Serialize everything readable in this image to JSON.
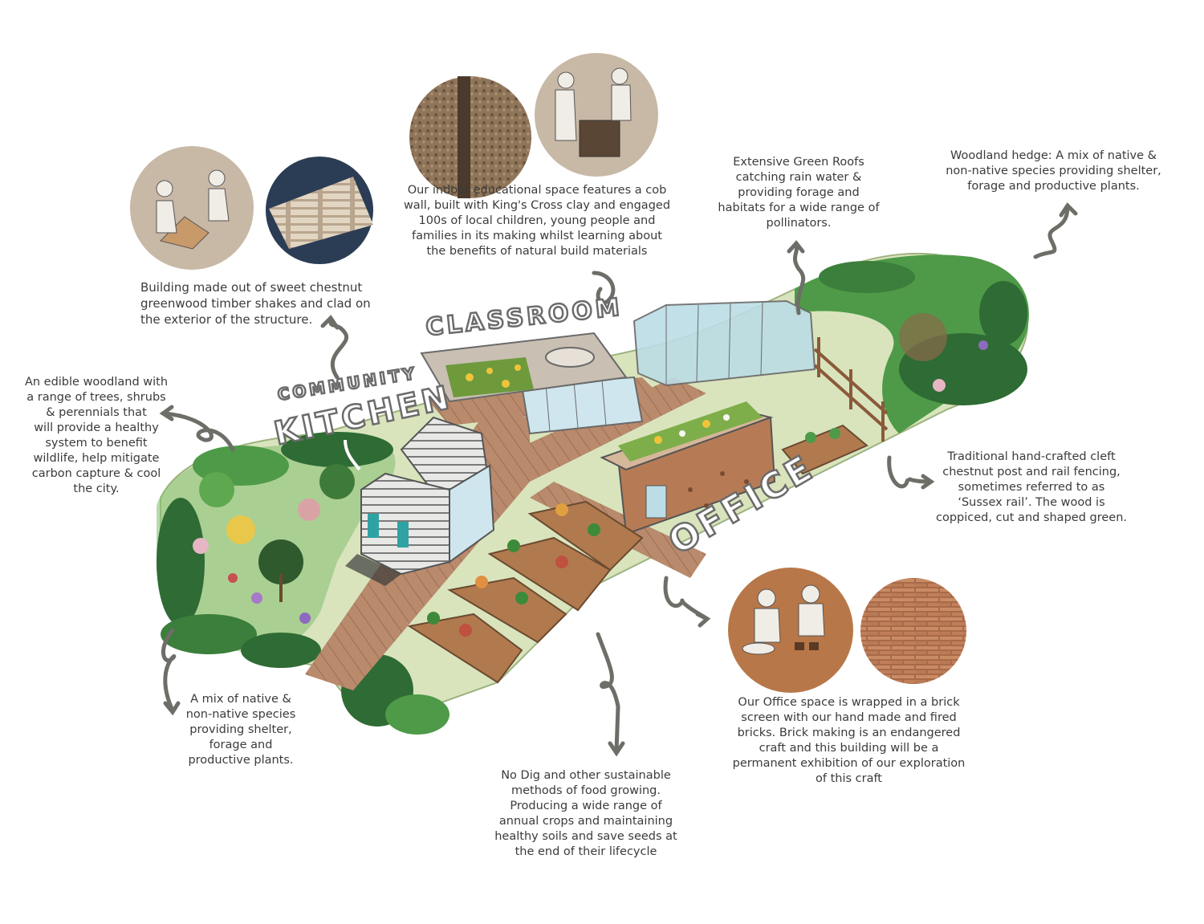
{
  "labels": {
    "classroom": "CLASSROOM",
    "community": "COMMUNITY",
    "kitchen": "KITCHEN",
    "office": "OFFICE"
  },
  "notes": {
    "timber": [
      "Building made out of sweet chestnut",
      "greenwood timber shakes and clad on",
      "the exterior of the structure."
    ],
    "cob": [
      "Our indoor educational space features a cob",
      "wall, built with King's Cross clay and engaged",
      "100s of local children, young people and",
      "families in its making whilst learning about",
      "the benefits of natural build materials"
    ],
    "green_roofs": [
      "Extensive Green Roofs",
      "catching rain water &",
      "providing forage and",
      "habitats for a wide range of",
      "pollinators."
    ],
    "woodland_hedge": [
      "Woodland hedge: A mix of native &",
      "non-native species providing shelter,",
      "forage and productive plants."
    ],
    "edible_woodland": [
      "An edible woodland with",
      "a range of trees, shrubs",
      "& perennials that",
      "will provide a healthy",
      "system to benefit",
      "wildlife, help mitigate",
      "carbon capture & cool",
      "the city."
    ],
    "fencing": [
      "Traditional hand-crafted cleft",
      "chestnut post and rail fencing,",
      "sometimes referred to as",
      "‘Sussex rail’. The wood is",
      "coppiced, cut and shaped green."
    ],
    "native_mix": [
      "A mix of native &",
      "non-native species",
      "providing shelter,",
      "forage and",
      "productive plants."
    ],
    "no_dig": [
      "No Dig and other sustainable",
      "methods of food growing.",
      "Producing a wide range of",
      "annual crops and maintaining",
      "healthy soils and save seeds at",
      "the end of their lifecycle"
    ],
    "office_brick": [
      "Our Office space is wrapped in a brick",
      "screen with our hand made and fired",
      "bricks. Brick making is an endangered",
      "craft and this building will be a",
      "permanent exhibition of our exploration",
      "of this craft"
    ]
  },
  "colors": {
    "hedge_dark": "#2f6b34",
    "hedge_mid": "#4e9a48",
    "grass": "#d9e4bd",
    "path": "#b98a6c",
    "roof": "#c9bfb2",
    "glass": "#bcdde6",
    "office": "#b67b55",
    "circle_beige": "#c8b8a6",
    "circle_brown": "#b87748",
    "arrow": "#6e6e68"
  }
}
